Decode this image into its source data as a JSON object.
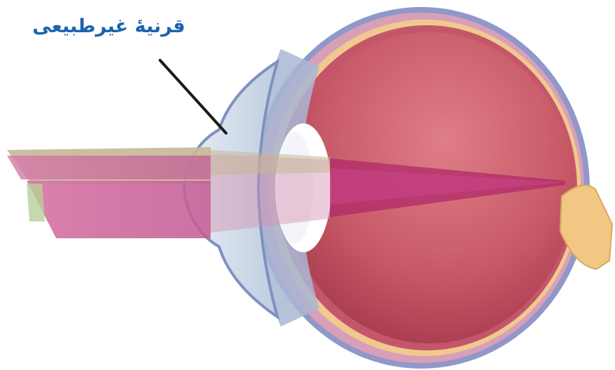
{
  "annotation": {
    "label": "قرنیهٔ غیرطبیعی"
  },
  "colors": {
    "label_text": "#1d63ad",
    "pointer": "#1a1a1a",
    "vitreous": "#c85a68",
    "sclera_outer": "#8a92c4",
    "choroid_band": "#f0c890",
    "lens": "#ffffff",
    "cornea": "#cfdbe8",
    "optic_nerve": "#f2c784",
    "light_beam_pink": "#d87aa8",
    "light_beam_tan": "#c4b896",
    "focus_cone": "#b02a6a"
  },
  "icons": {
    "eyeball": "eyeball-cross-section",
    "pointer": "pointer-arrow-line"
  }
}
